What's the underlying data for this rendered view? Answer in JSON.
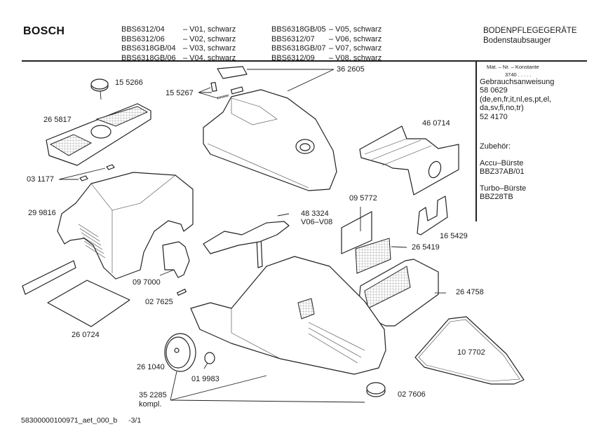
{
  "header": {
    "brand": "BOSCH",
    "models_left": [
      {
        "model": "BBS6312/04",
        "variant": "– V01, schwarz"
      },
      {
        "model": "BBS6312/06",
        "variant": "– V02, schwarz"
      },
      {
        "model": "BBS6318GB/04",
        "variant": "– V03, schwarz"
      },
      {
        "model": "BBS6318GB/06",
        "variant": "– V04, schwarz"
      }
    ],
    "models_right": [
      {
        "model": "BBS6318GB/05",
        "variant": "– V05, schwarz"
      },
      {
        "model": "BBS6312/07",
        "variant": "– V06, schwarz"
      },
      {
        "model": "BBS6318GB/07",
        "variant": "– V07, schwarz"
      },
      {
        "model": "BBS6312/09",
        "variant": "– V08, schwarz"
      }
    ],
    "category": "BODENPFLEGEGERÄTE",
    "subcategory": "Bodenstaubsauger"
  },
  "sidebar": {
    "mat_nr_label": "Mat. – Nr. – Konstante",
    "mat_nr_value": "3740 . . . . .",
    "manual_label": "Gebrauchsanweisung",
    "manual_nr": "58 0629",
    "languages_1": "(de,en,fr,it,nl,es,pt,el,",
    "languages_2": "da,sv,fi,no,tr)",
    "manual_nr_2": "52 4170",
    "accessories_label": "Zubehör:",
    "accessories": [
      {
        "name": "Accu–Bürste",
        "code": "BBZ37AB/01"
      },
      {
        "name": "Turbo–Bürste",
        "code": "BBZ28TB"
      }
    ]
  },
  "parts": {
    "p155266": "15 5266",
    "p265817": "26 5817",
    "p031177": "03 1177",
    "p299816": "29 9816",
    "p155267": "15 5267",
    "p362605": "36 2605",
    "p460714": "46 0714",
    "p095772": "09 5772",
    "p165429": "16 5429",
    "p483324": "48 3324",
    "p483324_note": "V06–V08",
    "p265419": "26 5419",
    "p097000": "09 7000",
    "p027625": "02 7625",
    "p264758": "26 4758",
    "p260724": "26 0724",
    "p107702": "10 7702",
    "p261040": "26 1040",
    "p019983": "01 9983",
    "p352285": "35 2285",
    "p352285_note": "kompl.",
    "p027606": "02 7606"
  },
  "footer": {
    "doc_id": "58300000100971_aet_000_b",
    "page": "-3/1"
  }
}
